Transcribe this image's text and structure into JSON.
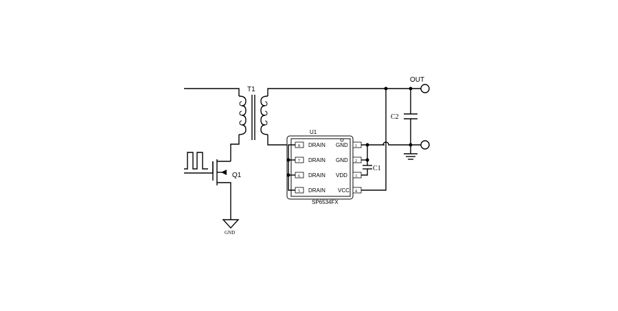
{
  "labels": {
    "t1": "T1",
    "q1": "Q1",
    "u1": "U1",
    "c1": "C1",
    "c2": "C2",
    "out": "OUT",
    "gnd": "GND",
    "chip": "SP6534FX"
  },
  "pins_left": [
    {
      "num": "8",
      "name": "DRAIN"
    },
    {
      "num": "7",
      "name": "DRAIN"
    },
    {
      "num": "6",
      "name": "DRAIN"
    },
    {
      "num": "5",
      "name": "DRAIN"
    }
  ],
  "pins_right": [
    {
      "num": "1",
      "name": "GND"
    },
    {
      "num": "2",
      "name": "GND"
    },
    {
      "num": "3",
      "name": "VDD"
    },
    {
      "num": "4",
      "name": "VCC"
    }
  ]
}
